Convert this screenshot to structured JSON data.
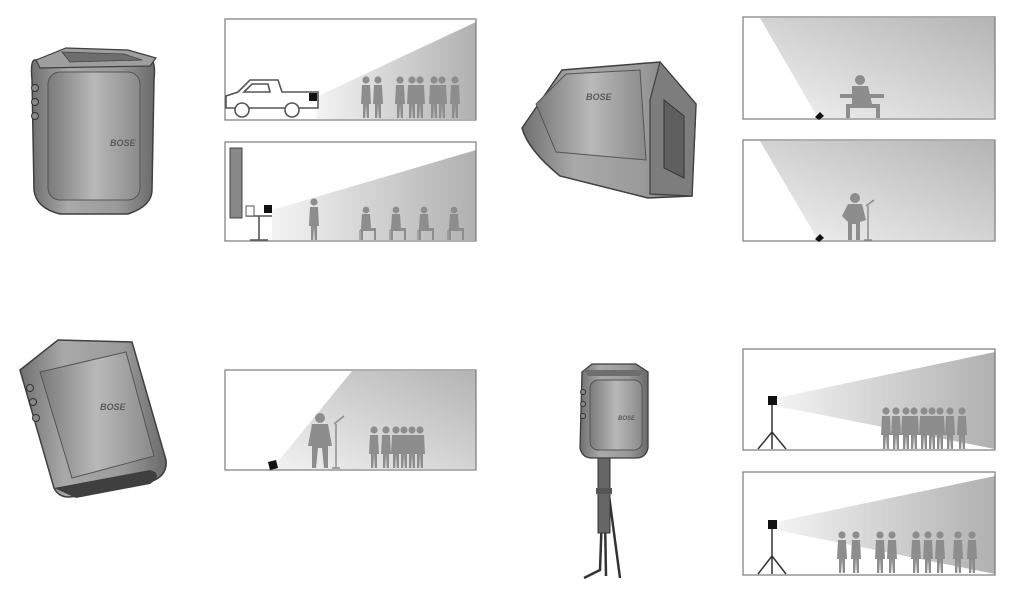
{
  "brand": {
    "logo_text": "BOSE"
  },
  "colors": {
    "speaker_body": "#8a8a8a",
    "speaker_dark": "#555555",
    "speaker_light": "#b8b8b8",
    "silhouette": "#8d8d8d",
    "cone_light": "#f2f2f2",
    "cone_dark": "#b5b5b5",
    "panel_border": "#7a7a7a"
  },
  "placements": [
    {
      "id": "upright",
      "scenes": [
        "truck-tailgate-crowd",
        "presentation-seated-audience"
      ]
    },
    {
      "id": "monitor-tilt",
      "scenes": [
        "seated-guitarist-keyboard",
        "seated-guitarist-mic"
      ]
    },
    {
      "id": "floor-tilt",
      "scenes": [
        "guitarist-with-crowd"
      ]
    },
    {
      "id": "stand-mount",
      "scenes": [
        "tripod-crowd-tight",
        "tripod-crowd-spaced"
      ]
    }
  ]
}
